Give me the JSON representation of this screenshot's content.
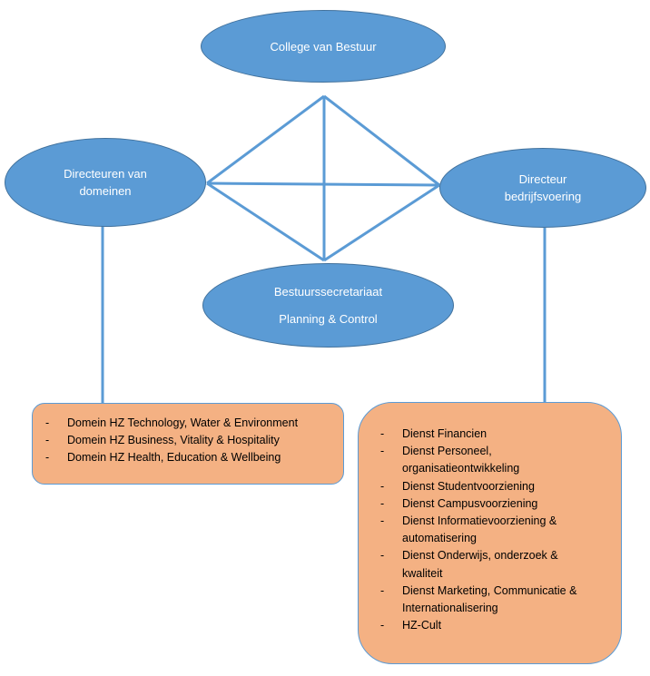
{
  "nodes": {
    "college": "College van Bestuur",
    "directeuren_line1": "Directeuren van",
    "directeuren_line2": "domeinen",
    "bedrijfsvoering_line1": "Directeur",
    "bedrijfsvoering_line2": "bedrijfsvoering",
    "secretariaat_line1": "Bestuurssecretariaat",
    "secretariaat_line2": "Planning & Control"
  },
  "domains": [
    "Domein HZ Technology, Water & Environment",
    "Domein HZ Business, Vitality & Hospitality",
    "Domein HZ Health, Education & Wellbeing"
  ],
  "services": [
    {
      "line1": "Dienst Financien",
      "line2": ""
    },
    {
      "line1": "Dienst Personeel,",
      "line2": "organisatieontwikkeling"
    },
    {
      "line1": "Dienst Studentvoorziening",
      "line2": ""
    },
    {
      "line1": "Dienst Campusvoorziening",
      "line2": ""
    },
    {
      "line1": "Dienst Informatievoorziening &",
      "line2": "automatisering"
    },
    {
      "line1": "Dienst Onderwijs, onderzoek &",
      "line2": "kwaliteit"
    },
    {
      "line1": "Dienst Marketing, Communicatie &",
      "line2": "Internationalisering"
    },
    {
      "line1": "HZ-Cult",
      "line2": ""
    }
  ],
  "colors": {
    "node_fill": "#5b9bd5",
    "node_border": "#41719c",
    "connector": "#5b9bd5",
    "box_fill": "#f4b183"
  }
}
